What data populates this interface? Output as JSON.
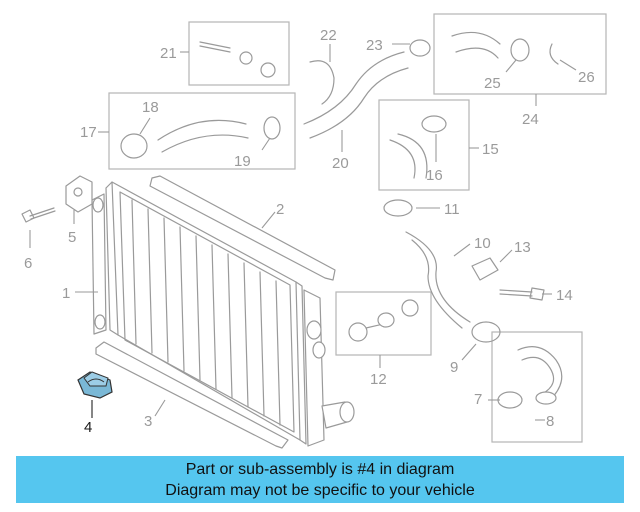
{
  "colors": {
    "banner": "#55c6ef",
    "highlight_part": "#7ab8d6",
    "outline": "#9a9a9a"
  },
  "callouts": {
    "c1": "1",
    "c2": "2",
    "c3": "3",
    "c4": "4",
    "c5": "5",
    "c6": "6",
    "c7": "7",
    "c8": "8",
    "c9": "9",
    "c10": "10",
    "c11": "11",
    "c12": "12",
    "c13": "13",
    "c14": "14",
    "c15": "15",
    "c16": "16",
    "c17": "17",
    "c18": "18",
    "c19": "19",
    "c20": "20",
    "c21": "21",
    "c22": "22",
    "c23": "23",
    "c24": "24",
    "c25": "25",
    "c26": "26"
  },
  "highlighted_part": "4",
  "banner": {
    "line1": "Part or sub-assembly is #4 in diagram",
    "line2": "Diagram may not be specific to your vehicle"
  }
}
